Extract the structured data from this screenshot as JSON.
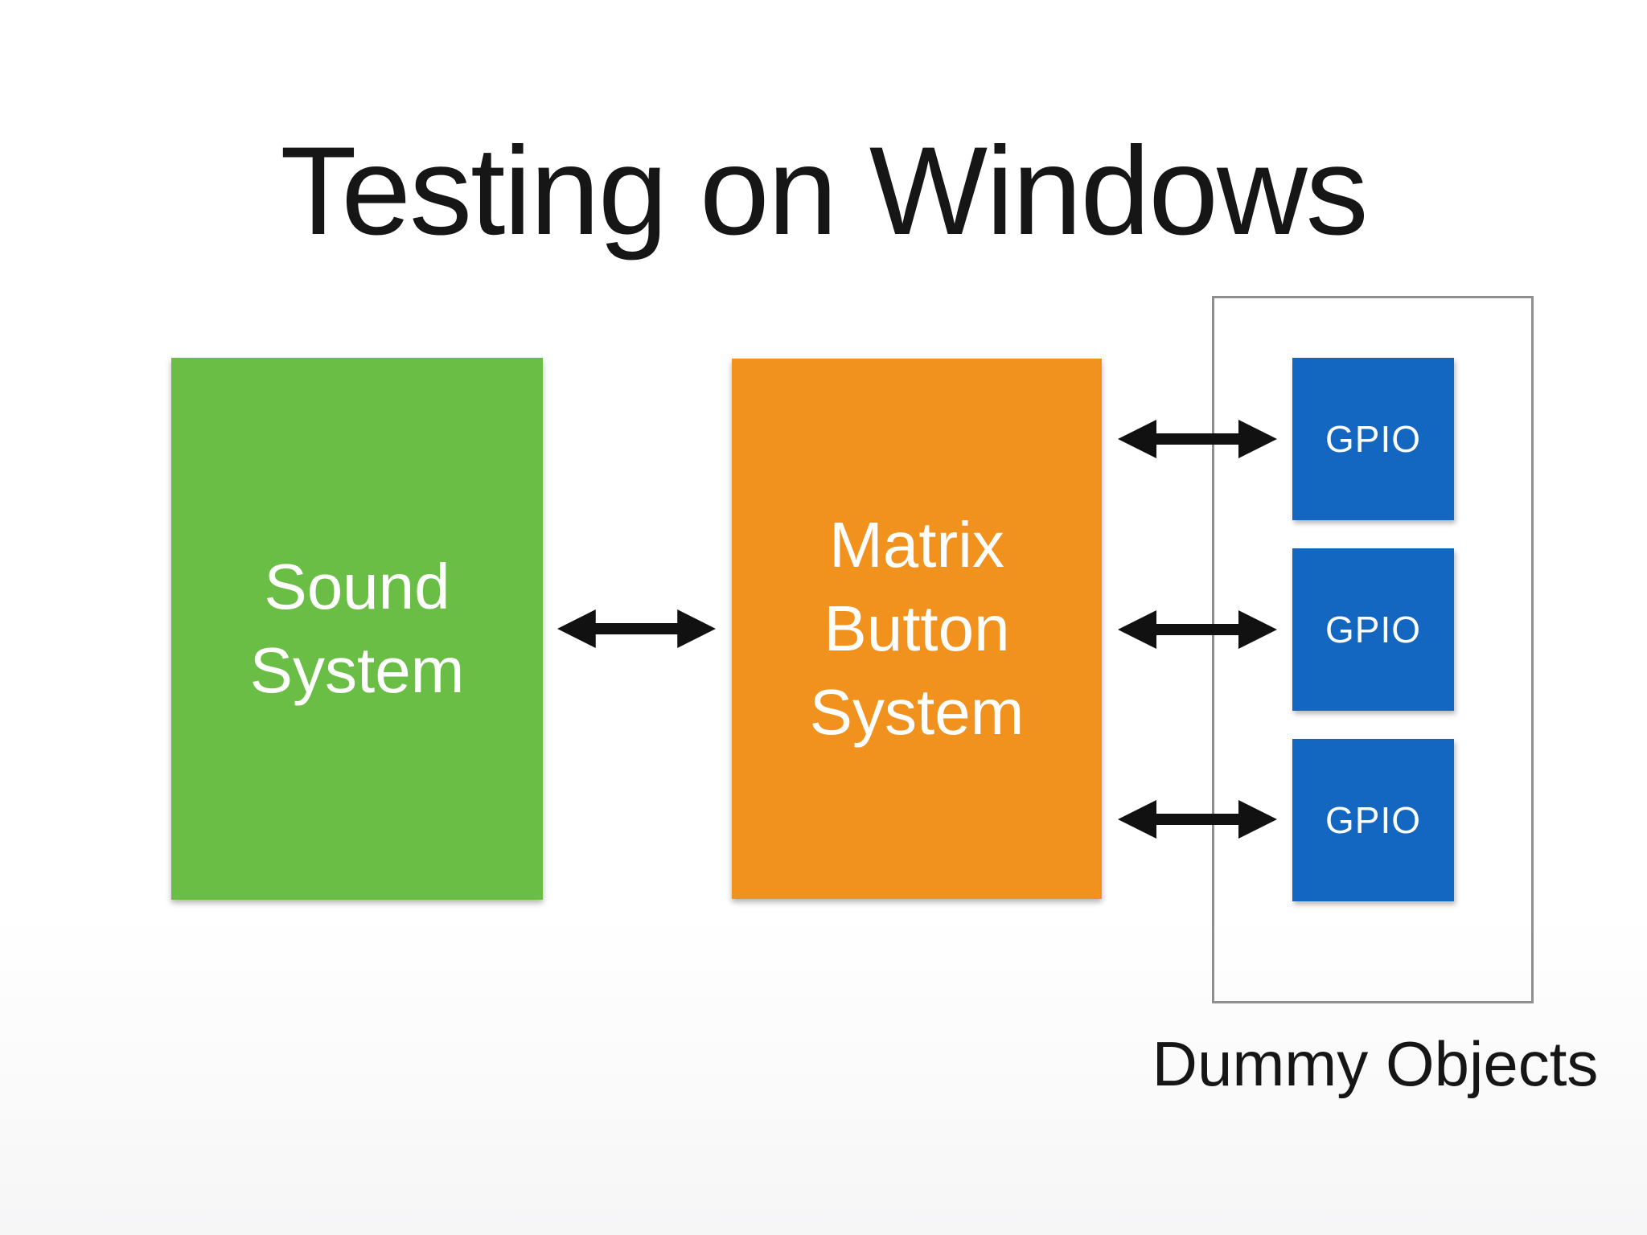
{
  "slide": {
    "title": "Testing on Windows",
    "background_color": "#ffffff",
    "title_color": "#161616"
  },
  "nodes": {
    "sound_system": {
      "label": "Sound\nSystem",
      "color": "#6abe45",
      "text_color": "#ffffff"
    },
    "matrix_button_system": {
      "label": "Matrix\nButton\nSystem",
      "color": "#f2921e",
      "text_color": "#ffffff"
    },
    "gpio_group": {
      "caption": "Dummy Objects",
      "border_color": "#8f8f8f",
      "items": [
        {
          "label": "GPIO",
          "color": "#1467c0"
        },
        {
          "label": "GPIO",
          "color": "#1467c0"
        },
        {
          "label": "GPIO",
          "color": "#1467c0"
        }
      ]
    }
  },
  "connections": {
    "arrow_color": "#111111",
    "list": [
      {
        "from": "sound_system",
        "to": "matrix_button_system",
        "type": "bidirectional"
      },
      {
        "from": "matrix_button_system",
        "to": "gpio_1",
        "type": "bidirectional"
      },
      {
        "from": "matrix_button_system",
        "to": "gpio_2",
        "type": "bidirectional"
      },
      {
        "from": "matrix_button_system",
        "to": "gpio_3",
        "type": "bidirectional"
      }
    ]
  }
}
